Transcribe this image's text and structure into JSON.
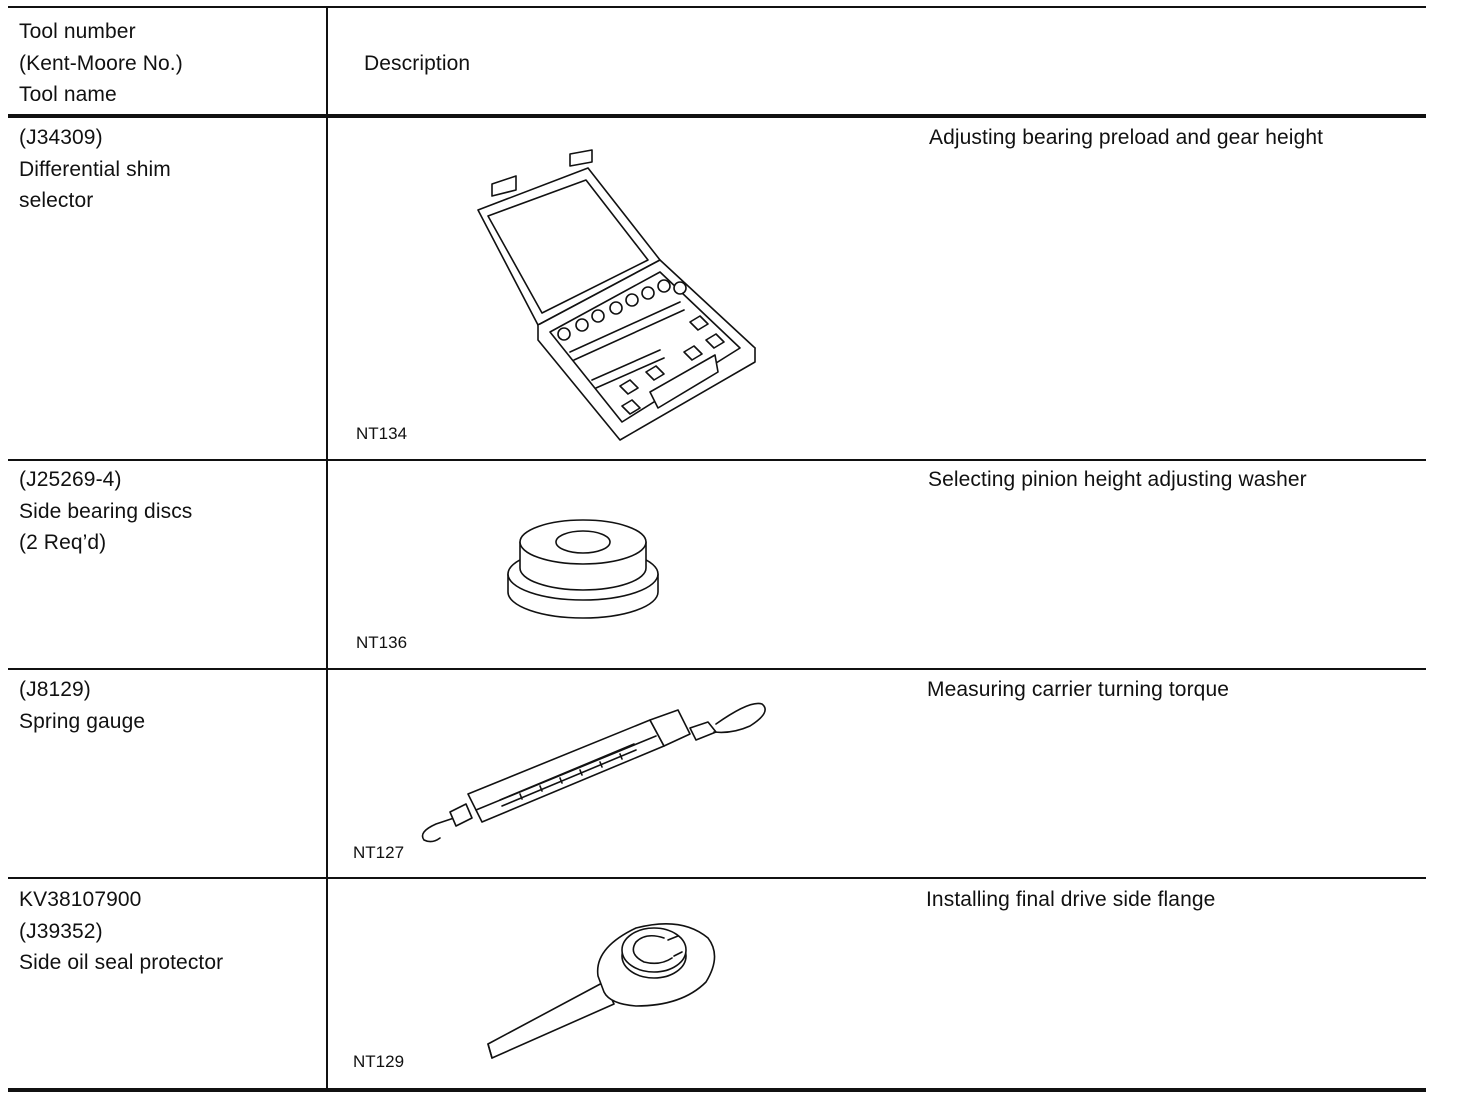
{
  "header": {
    "tool_col": [
      "Tool number",
      "(Kent-Moore No.)",
      "Tool name"
    ],
    "description_label": "Description"
  },
  "rows": [
    {
      "tool_lines": [
        "(J34309)",
        "Differential shim",
        "selector"
      ],
      "description": "Adjusting bearing preload and gear height",
      "figure_code": "NT134",
      "illustration": "shim-selector-case-icon"
    },
    {
      "tool_lines": [
        "(J25269-4)",
        "Side bearing discs",
        "(2 Req’d)"
      ],
      "description": "Selecting pinion height adjusting washer",
      "figure_code": "NT136",
      "illustration": "bearing-disc-icon"
    },
    {
      "tool_lines": [
        "(J8129)",
        "Spring gauge"
      ],
      "description": "Measuring carrier turning torque",
      "figure_code": "NT127",
      "illustration": "spring-gauge-icon"
    },
    {
      "tool_lines": [
        "KV38107900",
        "(J39352)",
        "Side oil seal protector"
      ],
      "description": "Installing final drive side flange",
      "figure_code": "NT129",
      "illustration": "oil-seal-protector-icon"
    }
  ]
}
